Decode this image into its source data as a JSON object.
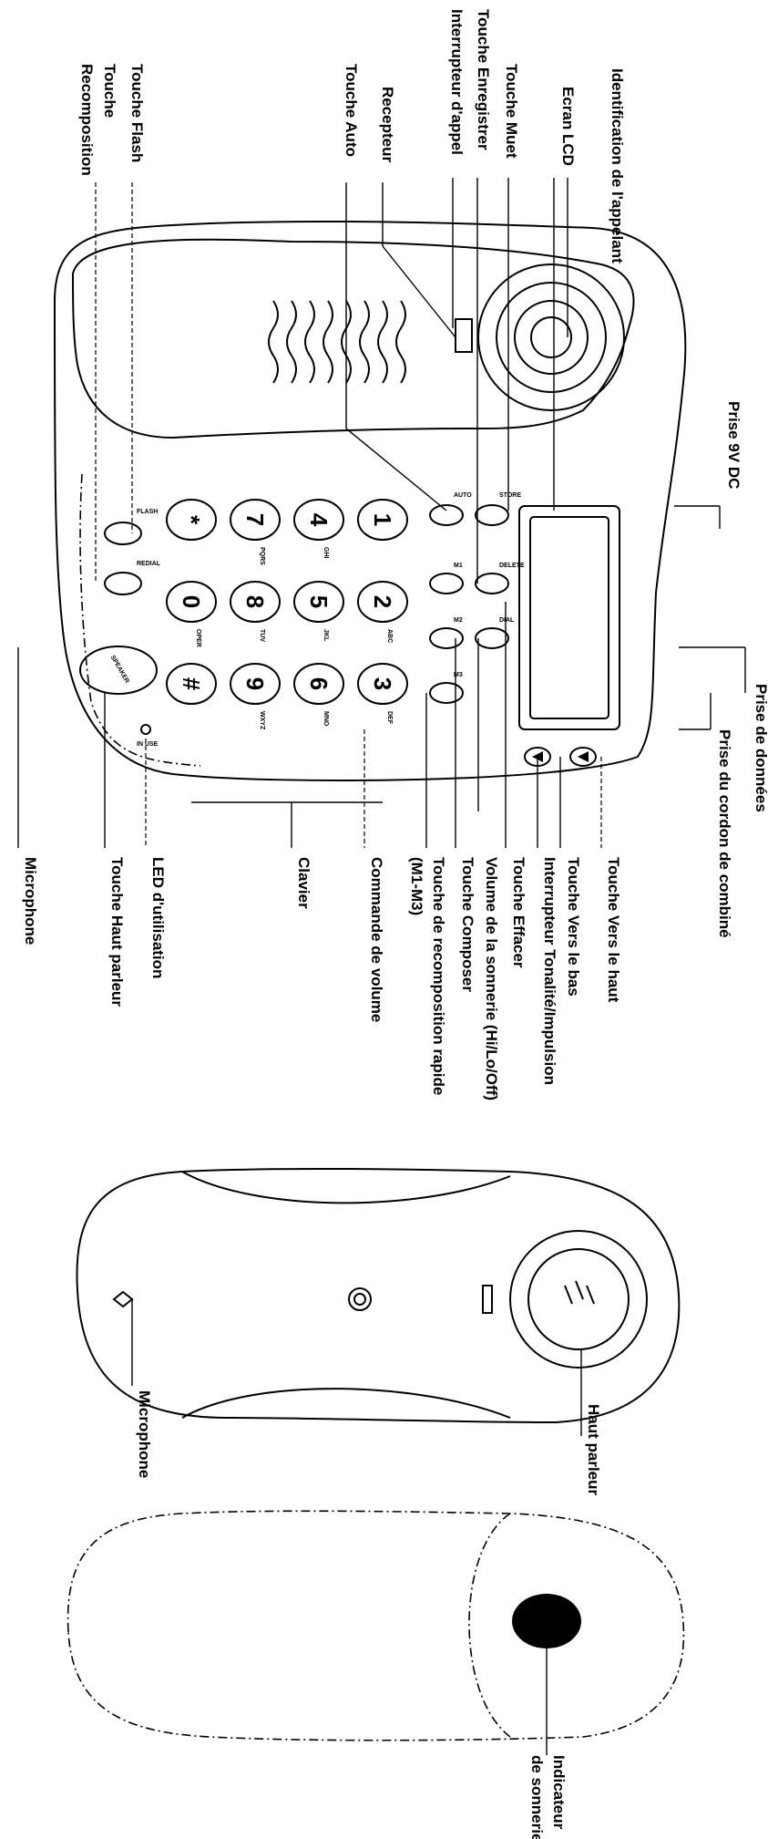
{
  "labels": {
    "caller_id": "Identification de l'appelant",
    "lcd": "Ecran LCD",
    "mute": "Touche Muet",
    "record": "Touche Enregistrer",
    "hook": "Interrupteur d'appel",
    "receiver": "Recepteur",
    "auto": "Touche Auto",
    "flash": "Touche Flash",
    "redial_1": "Touche",
    "redial_2": "Recomposition",
    "dc_jack": "Prise 9V DC",
    "data_jack_1": "Prise de données",
    "handset_jack": "Prise du cordon de combiné",
    "up": "Touche Vers le haut",
    "down": "Touche Vers le bas",
    "tone_pulse": "Interrupteur Tonalité/Impulsion",
    "delete": "Touche Effacer",
    "ringer_volume": "Volume de la sonnerie (Hi/Lo/Off)",
    "dial": "Touche Composer",
    "speed_dial_1": "Touche de recomposition rapide",
    "speed_dial_2": "(M1-M3)",
    "volume": "Commande de volume",
    "keypad": "Clavier",
    "led": "LED d'utilisation",
    "speaker_key": "Touche Haut parleur",
    "microphone": "Microphone",
    "hs_speaker": "Haut parleur",
    "hs_microphone": "Microphone",
    "ring_indicator_1": "Indicateur",
    "ring_indicator_2": "de sonnerie"
  },
  "keys": {
    "k1": "1",
    "k2": "2",
    "k3": "3",
    "k4": "4",
    "k5": "5",
    "k6": "6",
    "k7": "7",
    "k8": "8",
    "k9": "9",
    "kstar": "*",
    "k0": "0",
    "khash": "#"
  },
  "key_sublabels": {
    "k2": "ABC",
    "k3": "DEF",
    "k4": "GHI",
    "k5": "JKL",
    "k6": "MNO",
    "k7": "PQRS",
    "k8": "TUV",
    "k9": "WXYZ",
    "k0": "OPER"
  },
  "small_labels": {
    "flash": "FLASH",
    "redial": "REDIAL",
    "speaker": "SPEAKER",
    "auto": "AUTO",
    "store": "STORE",
    "delete": "DELETE",
    "m1": "M1",
    "m2": "M2",
    "m3": "M3",
    "dial": "DIAL",
    "in_use": "IN USE"
  }
}
